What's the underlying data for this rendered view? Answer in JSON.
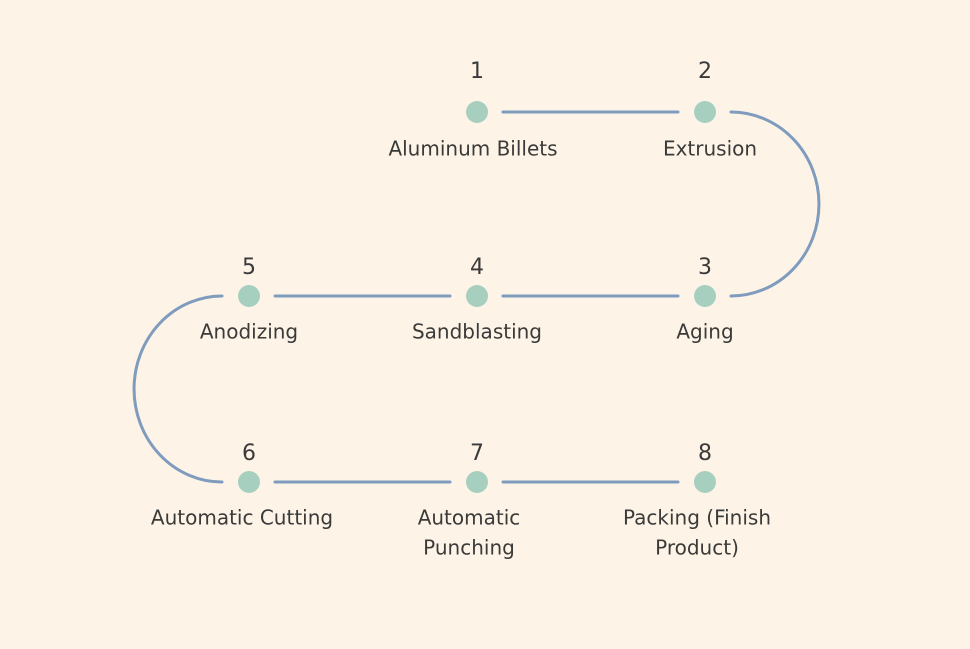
{
  "colors": {
    "background": "#fdf4e7",
    "connector": "#7f9bbd",
    "dot": "#a7cfc0",
    "text": "#3a3a3a"
  },
  "steps": [
    {
      "number": "1",
      "label": [
        "Aluminum Billets"
      ]
    },
    {
      "number": "2",
      "label": [
        "Extrusion"
      ]
    },
    {
      "number": "3",
      "label": [
        "Aging"
      ]
    },
    {
      "number": "4",
      "label": [
        "Sandblasting"
      ]
    },
    {
      "number": "5",
      "label": [
        "Anodizing"
      ]
    },
    {
      "number": "6",
      "label": [
        "Automatic Cutting"
      ]
    },
    {
      "number": "7",
      "label": [
        "Automatic",
        "Punching"
      ]
    },
    {
      "number": "8",
      "label": [
        "Packing (Finish",
        "Product)"
      ]
    }
  ]
}
